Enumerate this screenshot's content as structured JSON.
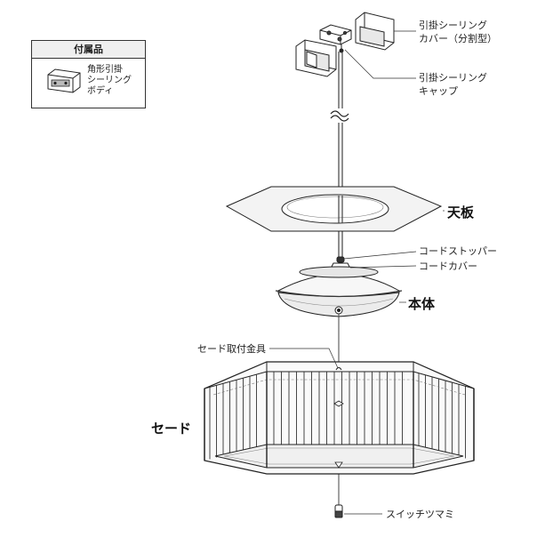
{
  "accessories": {
    "title": "付属品",
    "item_lines": [
      "角形引掛",
      "シーリング",
      "ボディ"
    ]
  },
  "labels": {
    "ceiling_cover_line1": "引掛シーリング",
    "ceiling_cover_line2": "カバー（分割型）",
    "ceiling_cap_line1": "引掛シーリング",
    "ceiling_cap_line2": "キャップ",
    "top_plate": "天板",
    "cord_stopper": "コードストッパー",
    "cord_cover": "コードカバー",
    "main_body": "本体",
    "shade_bracket": "セード取付金具",
    "shade": "セード",
    "switch_knob": "スイッチツマミ"
  },
  "icons": [
    "ceiling-cover-icon",
    "ceiling-cap-icon",
    "accessory-body-icon"
  ]
}
